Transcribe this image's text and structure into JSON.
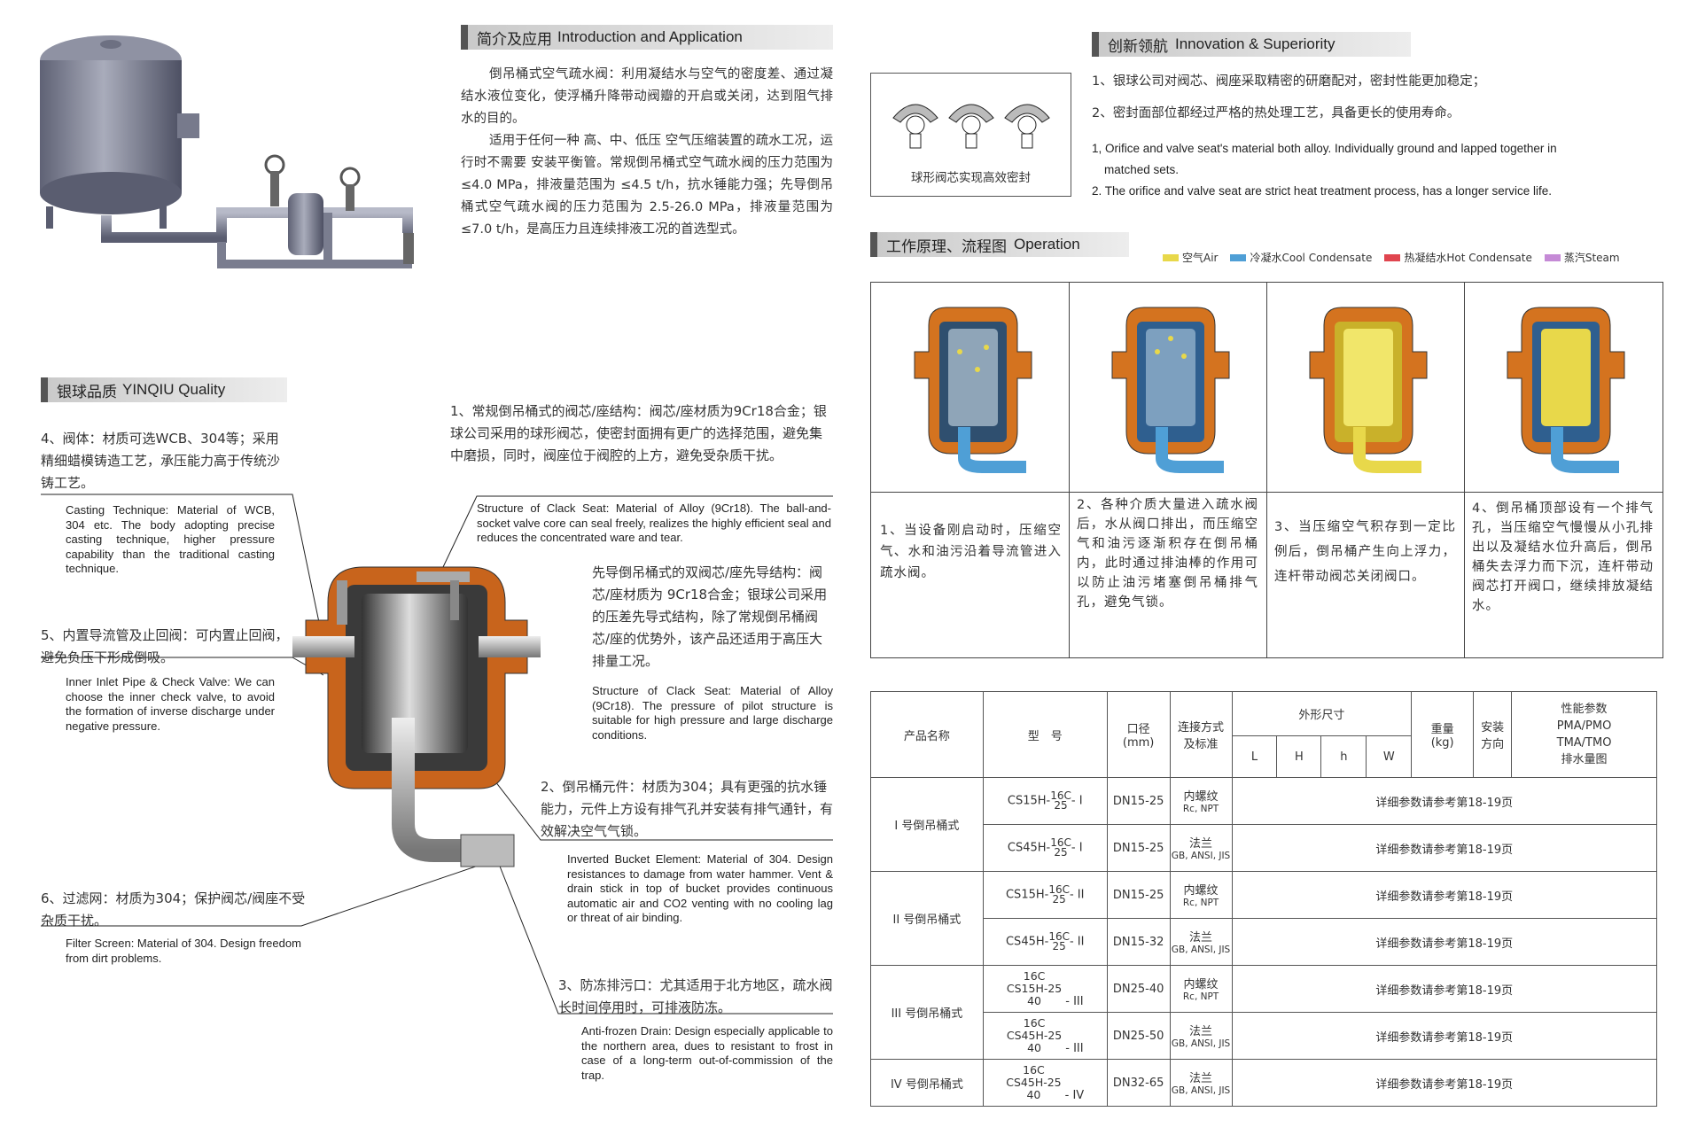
{
  "intro": {
    "title_cn": "简介及应用",
    "title_en": "Introduction and Application",
    "p1": "倒吊桶式空气疏水阀：利用凝结水与空气的密度差、通过凝结水液位变化，使浮桶升降带动阀瓣的开启或关闭，达到阻气排水的目的。",
    "p2": "适用于任何一种 高、中、低压 空气压缩装置的疏水工况，运行时不需要 安装平衡管。常规倒吊桶式空气疏水阀的压力范围为 ≤4.0 MPa，排液量范围为 ≤4.5 t/h，抗水锤能力强；先导倒吊桶式空气疏水阀的压力范围为 2.5-26.0 MPa，排液量范围为 ≤7.0 t/h，是高压力且连续排液工况的首选型式。"
  },
  "innovation": {
    "title_cn": "创新领航",
    "title_en": "Innovation & Superiority",
    "image_caption": "球形阀芯实现高效密封",
    "cn1": "1、银球公司对阀芯、阀座采取精密的研磨配对，密封性能更加稳定；",
    "cn2": "2、密封面部位都经过严格的热处理工艺，具备更长的使用寿命。",
    "en1": "1, Orifice and valve seat's material both alloy. Individually ground and lapped together in",
    "en1b": "matched sets.",
    "en2": "2. The orifice and valve seat are strict heat treatment process, has a longer service life."
  },
  "quality": {
    "title_cn": "银球品质",
    "title_en": "YINQIU Quality",
    "c4_cn": "4、阀体：材质可选WCB、304等；采用精细蜡模铸造工艺，承压能力高于传统沙铸工艺。",
    "c4_en": "Casting Technique: Material of WCB, 304 etc. The body adopting precise casting technique, higher pressure capability than the traditional casting technique.",
    "c5_cn": "5、内置导流管及止回阀：可内置止回阀，避免负压下形成倒吸。",
    "c5_en": "Inner Inlet Pipe & Check Valve: We can choose the inner check valve, to avoid the formation of inverse discharge under negative pressure.",
    "c6_cn": "6、过滤网：材质为304；保护阀芯/阀座不受杂质干扰。",
    "c6_en": "Filter Screen: Material of 304. Design freedom from dirt problems.",
    "c1_cn": "1、常规倒吊桶式的阀芯/座结构：阀芯/座材质为9Cr18合金；银球公司采用的球形阀芯，使密封面拥有更广的选择范围，避免集中磨损，同时，阀座位于阀腔的上方，避免受杂质干扰。",
    "c1_en": "Structure of Clack Seat: Material of Alloy (9Cr18). The ball-and-socket valve core can seal freely, realizes the highly efficient seal and reduces the concentrated ware and tear.",
    "c1b_cn": "先导倒吊桶式的双阀芯/座先导结构：阀芯/座材质为 9Cr18合金；银球公司采用的压差先导式结构，除了常规倒吊桶阀芯/座的优势外，该产品还适用于高压大排量工况。",
    "c1b_en": "Structure of Clack Seat: Material of Alloy (9Cr18). The pressure of pilot structure is suitable for high pressure and large discharge conditions.",
    "c2_cn": "2、倒吊桶元件：材质为304；具有更强的抗水锤能力，元件上方设有排气孔并安装有排气通针，有效解决空气气锁。",
    "c2_en": "Inverted Bucket Element: Material of 304. Design resistances to damage from water hammer. Vent & drain stick in top of bucket provides continuous automatic air and CO2 venting with no cooling lag or threat of air binding.",
    "c3_cn": "3、防冻排污口：尤其适用于北方地区，疏水阀长时间停用时，可排液防冻。",
    "c3_en": "Anti-frozen Drain: Design especially applicable to the northern area, dues to resistant to frost in case of a long-term out-of-commission of the trap."
  },
  "operation": {
    "title_cn": "工作原理、流程图",
    "title_en": "Operation",
    "legend": [
      {
        "label": "空气Air",
        "color": "#e8d84a"
      },
      {
        "label": "冷凝水Cool Condensate",
        "color": "#4f9fd6"
      },
      {
        "label": "热凝结水Hot Condensate",
        "color": "#e0454f"
      },
      {
        "label": "蒸汽Steam",
        "color": "#c58ad6"
      }
    ],
    "steps": [
      "1、当设备刚启动时，压缩空气、水和油污沿着导流管进入疏水阀。",
      "2、各种介质大量进入疏水阀后，水从阀口排出，而压缩空气和油污逐渐积存在倒吊桶内，此时通过排油棒的作用可以防止油污堵塞倒吊桶排气孔，避免气锁。",
      "3、当压缩空气积存到一定比例后，倒吊桶产生向上浮力，连杆带动阀芯关闭阀口。",
      "4、倒吊桶顶部设有一个排气孔，当压缩空气慢慢从小孔排出以及凝结水位升高后，倒吊桶失去浮力而下沉，连杆带动阀芯打开阀口，继续排放凝结水。"
    ]
  },
  "table": {
    "h_name": "产品名称",
    "h_model": "型　号",
    "h_dn": "口径",
    "h_dn_unit": "(mm)",
    "h_conn": "连接方式",
    "h_conn2": "及标准",
    "h_dims": "外形尺寸",
    "h_L": "L",
    "h_H": "H",
    "h_h": "h",
    "h_W": "W",
    "h_weight": "重量",
    "h_weight_unit": "(kg)",
    "h_install": "安装",
    "h_install2": "方向",
    "h_perf1": "性能参数",
    "h_perf2": "PMA/PMO",
    "h_perf3": "TMA/TMO",
    "h_perf4": "排水量图",
    "ref": "详细参数请参考第18-19页",
    "groups": [
      {
        "name": "I 号倒吊桶式",
        "rows": [
          {
            "model_a": "CS15H-",
            "sup": "16C",
            "sub": "25",
            "suffix": "- I",
            "dn": "DN15-25",
            "conn": "内螺纹",
            "std": "Rc, NPT"
          },
          {
            "model_a": "CS45H-",
            "sup": "16C",
            "sub": "25",
            "suffix": "- I",
            "dn": "DN15-25",
            "conn": "法兰",
            "std": "GB, ANSI, JIS"
          }
        ]
      },
      {
        "name": "II 号倒吊桶式",
        "rows": [
          {
            "model_a": "CS15H-",
            "sup": "16C",
            "sub": "25",
            "suffix": "- II",
            "dn": "DN15-25",
            "conn": "内螺纹",
            "std": "Rc, NPT"
          },
          {
            "model_a": "CS45H-",
            "sup": "16C",
            "sub": "25",
            "suffix": "- II",
            "dn": "DN15-32",
            "conn": "法兰",
            "std": "GB, ANSI, JIS"
          }
        ]
      },
      {
        "name": "III 号倒吊桶式",
        "rows": [
          {
            "model_a": "CS15H-25",
            "sup": "16C",
            "sub": "40",
            "suffix": "- III",
            "dn": "DN25-40",
            "conn": "内螺纹",
            "std": "Rc, NPT"
          },
          {
            "model_a": "CS45H-25",
            "sup": "16C",
            "sub": "40",
            "suffix": "- III",
            "dn": "DN25-50",
            "conn": "法兰",
            "std": "GB, ANSI, JIS"
          }
        ]
      },
      {
        "name": "IV 号倒吊桶式",
        "rows": [
          {
            "model_a": "CS45H-25",
            "sup": "16C",
            "sub": "40",
            "suffix": "- IV",
            "dn": "DN32-65",
            "conn": "法兰",
            "std": "GB, ANSI, JIS"
          }
        ]
      }
    ]
  }
}
